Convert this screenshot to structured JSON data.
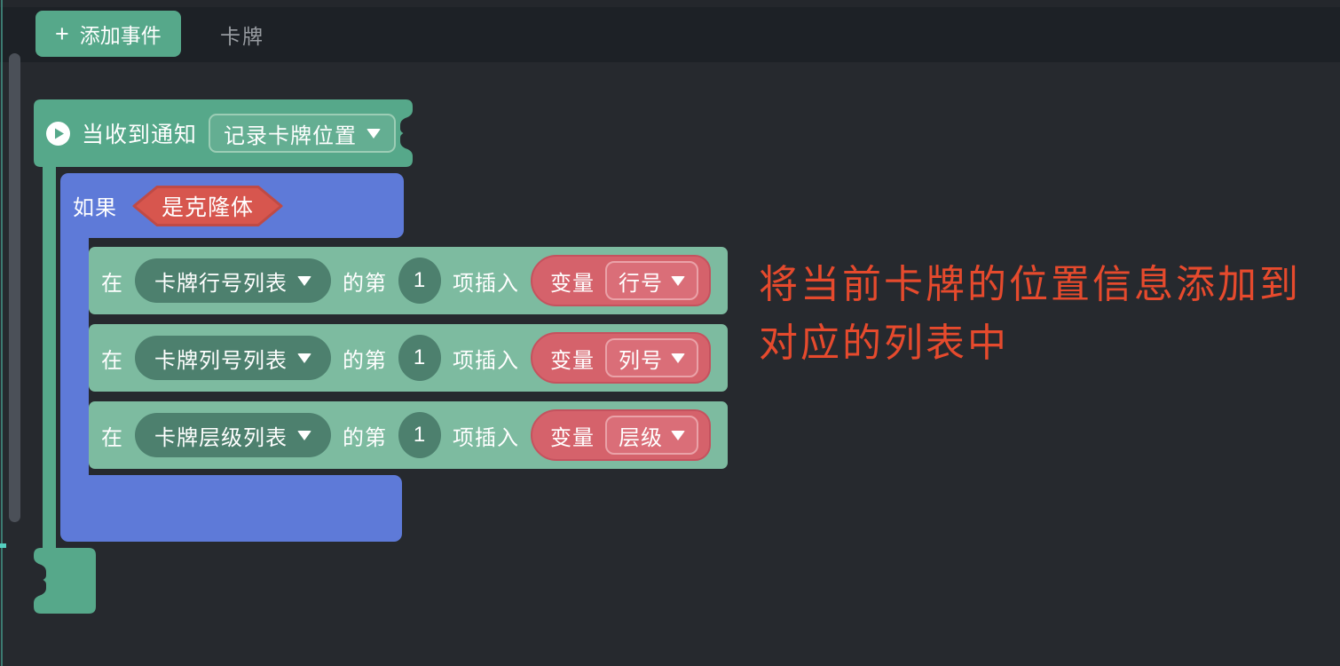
{
  "toolbar": {
    "plus_icon": "+",
    "add_event_label": "添加事件",
    "tab_label": "卡牌"
  },
  "blocks": {
    "hat": {
      "label": "当收到通知",
      "dropdown_value": "记录卡牌位置"
    },
    "if_block": {
      "label": "如果",
      "condition": "是克隆体"
    },
    "rows": [
      {
        "prefix": "在",
        "list_name": "卡牌行号列表",
        "mid": "的第",
        "index": "1",
        "suffix": "项插入",
        "var_label": "变量",
        "var_name": "行号"
      },
      {
        "prefix": "在",
        "list_name": "卡牌列号列表",
        "mid": "的第",
        "index": "1",
        "suffix": "项插入",
        "var_label": "变量",
        "var_name": "列号"
      },
      {
        "prefix": "在",
        "list_name": "卡牌层级列表",
        "mid": "的第",
        "index": "1",
        "suffix": "项插入",
        "var_label": "变量",
        "var_name": "层级"
      }
    ]
  },
  "annotation": {
    "line1": "将当前卡牌的位置信息添加到",
    "line2": "对应的列表中"
  },
  "colors": {
    "event_green": "#56a88a",
    "statement_green": "#7dbba0",
    "dropdown_dark_green": "#4d806e",
    "control_blue": "#5e7ad8",
    "condition_red": "#d7564e",
    "variable_red": "#d5626b",
    "annotation_red": "#e64a2d",
    "canvas_bg": "#26292e",
    "topbar_bg": "#1d2126"
  }
}
